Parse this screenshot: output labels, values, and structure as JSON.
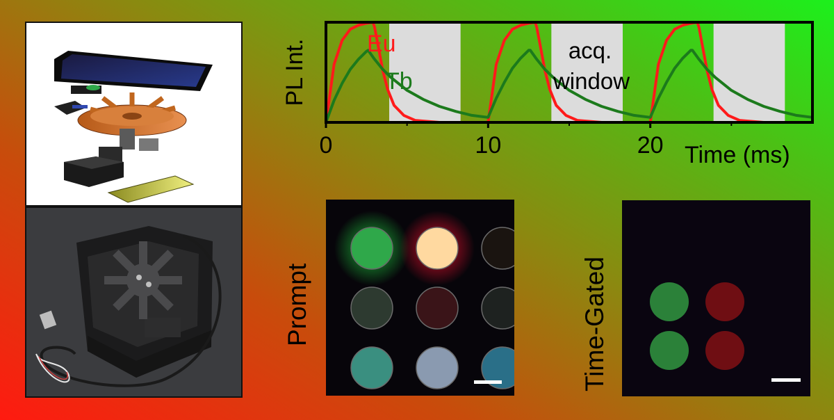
{
  "figure": {
    "panel_labels": {
      "prompt": "Prompt",
      "time_gated": "Time-Gated"
    },
    "background_colors": [
      "#ff1a10",
      "#1cf01c"
    ]
  },
  "chart_data": {
    "type": "line",
    "ylabel": "PL Int.",
    "xlabel": "Time (ms)",
    "xlim": [
      0,
      30
    ],
    "ylim": [
      0,
      1
    ],
    "x_ticks": [
      0,
      10,
      20
    ],
    "grid": false,
    "annotation": {
      "line1": "acq.",
      "line2": "window"
    },
    "acquisition_windows": [
      [
        3.9,
        8.3
      ],
      [
        13.9,
        18.3
      ],
      [
        23.9,
        28.3
      ]
    ],
    "series": [
      {
        "name": "Eu",
        "color": "#ff1a1a",
        "x": [
          0,
          0.5,
          1,
          1.5,
          2,
          2.5,
          2.9,
          3.0,
          3.2,
          3.5,
          3.8,
          4.2,
          4.8,
          5.5,
          7,
          10,
          10.5,
          11,
          11.5,
          12,
          12.5,
          12.9,
          13.0,
          13.2,
          13.5,
          13.8,
          14.2,
          14.8,
          15.5,
          17,
          20,
          20.5,
          21,
          21.5,
          22,
          22.5,
          22.9,
          23.0,
          23.2,
          23.5,
          23.8,
          24.2,
          24.8,
          25.5,
          27,
          30
        ],
        "y": [
          0,
          0.58,
          0.82,
          0.93,
          0.97,
          0.99,
          1.0,
          0.95,
          0.78,
          0.52,
          0.33,
          0.17,
          0.07,
          0.02,
          0.0,
          0.0,
          0.58,
          0.82,
          0.93,
          0.97,
          0.99,
          1.0,
          0.95,
          0.78,
          0.52,
          0.33,
          0.17,
          0.07,
          0.02,
          0.0,
          0.0,
          0.58,
          0.82,
          0.93,
          0.97,
          0.99,
          1.0,
          0.95,
          0.78,
          0.52,
          0.33,
          0.17,
          0.07,
          0.02,
          0.0,
          0.0
        ]
      },
      {
        "name": "Tb",
        "color": "#1c7a1c",
        "x": [
          0,
          0.5,
          1,
          1.5,
          2,
          2.5,
          2.6,
          3.0,
          3.5,
          4,
          5,
          6,
          7,
          8,
          9,
          10,
          10.5,
          11,
          11.5,
          12,
          12.5,
          12.6,
          13.0,
          13.5,
          14,
          15,
          16,
          17,
          18,
          19,
          20,
          20.5,
          21,
          21.5,
          22,
          22.5,
          22.6,
          23.0,
          23.5,
          24,
          25,
          26,
          27,
          28,
          29,
          30
        ],
        "y": [
          0,
          0.22,
          0.39,
          0.53,
          0.63,
          0.71,
          0.72,
          0.63,
          0.53,
          0.45,
          0.32,
          0.23,
          0.16,
          0.11,
          0.07,
          0.05,
          0.24,
          0.4,
          0.54,
          0.64,
          0.72,
          0.72,
          0.63,
          0.53,
          0.45,
          0.32,
          0.23,
          0.16,
          0.11,
          0.07,
          0.05,
          0.24,
          0.4,
          0.54,
          0.64,
          0.72,
          0.72,
          0.63,
          0.53,
          0.45,
          0.32,
          0.23,
          0.16,
          0.11,
          0.07,
          0.05
        ]
      }
    ]
  },
  "prompt_wells": [
    [
      "#2fa84a",
      "#ffd9a0",
      "#1a1410"
    ],
    [
      "#2d3a30",
      "#3a1418",
      "#1e2220"
    ],
    [
      "#3a8f80",
      "#8a9ab0",
      "#2a6f88"
    ]
  ],
  "prompt_glows": [
    [
      "#1fd040",
      "#ff1030",
      "#000000"
    ],
    [
      "#000000",
      "#000000",
      "#000000"
    ],
    [
      "#000000",
      "#000000",
      "#000000"
    ]
  ],
  "gated_wells": [
    [
      "#2f8f3e",
      "#7a1014",
      "#0a0510"
    ],
    [
      "#2f8f3e",
      "#7a1014",
      "#0a0510"
    ]
  ],
  "icons": {
    "cad": "exploded-device-render",
    "photo": "device-photo",
    "scalebar": "scale-bar"
  }
}
